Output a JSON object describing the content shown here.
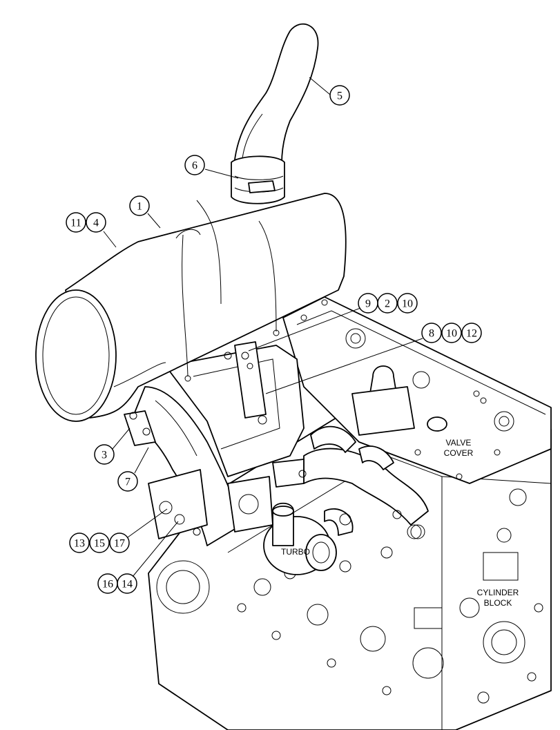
{
  "callouts": {
    "c1": "1",
    "c2": "2",
    "c3": "3",
    "c4": "4",
    "c5": "5",
    "c6": "6",
    "c7": "7",
    "c8": "8",
    "c9": "9",
    "c10a": "10",
    "c10b": "10",
    "c11": "11",
    "c12": "12",
    "c13": "13",
    "c14": "14",
    "c15": "15",
    "c16": "16",
    "c17": "17"
  },
  "labels": {
    "valve_cover_line1": "VALVE",
    "valve_cover_line2": "COVER",
    "turbo": "TURBO",
    "cylinder_block_line1": "CYLINDER",
    "cylinder_block_line2": "BLOCK"
  }
}
